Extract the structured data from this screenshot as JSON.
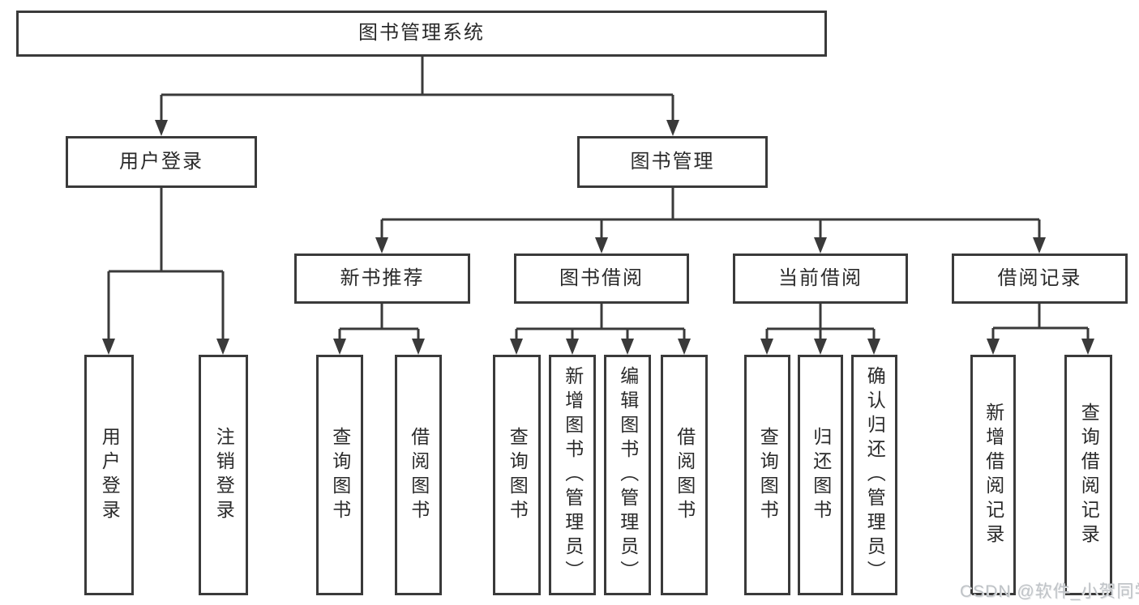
{
  "diagram": {
    "type": "tree",
    "colors": {
      "line": "#3a3a3a",
      "border": "#3a3a3a",
      "text": "#2a2a2a",
      "background": "#ffffff",
      "watermark_text": "#bfc3c7"
    },
    "nodes": {
      "root": "图书管理系统",
      "user_login": "用户登录",
      "book_mgmt": "图书管理",
      "new_book_rec": "新书推荐",
      "book_borrow": "图书借阅",
      "current_borrow": "当前借阅",
      "borrow_records": "借阅记录",
      "leaf_user_login": "用户登录",
      "leaf_logout": "注销登录",
      "leaf_nb_query": "查询图书",
      "leaf_nb_borrow": "借阅图书",
      "leaf_bb_query": "查询图书",
      "leaf_bb_add": "新增图书（管理员）",
      "leaf_bb_edit": "编辑图书（管理员）",
      "leaf_bb_borrow": "借阅图书",
      "leaf_cb_query": "查询图书",
      "leaf_cb_return": "归还图书",
      "leaf_cb_confirm": "确认归还（管理员）",
      "leaf_br_add": "新增借阅记录",
      "leaf_br_query": "查询借阅记录"
    },
    "hierarchy": {
      "root": [
        "user_login",
        "book_mgmt"
      ],
      "user_login": [
        "leaf_user_login",
        "leaf_logout"
      ],
      "book_mgmt": [
        "new_book_rec",
        "book_borrow",
        "current_borrow",
        "borrow_records"
      ],
      "new_book_rec": [
        "leaf_nb_query",
        "leaf_nb_borrow"
      ],
      "book_borrow": [
        "leaf_bb_query",
        "leaf_bb_add",
        "leaf_bb_edit",
        "leaf_bb_borrow"
      ],
      "current_borrow": [
        "leaf_cb_query",
        "leaf_cb_return",
        "leaf_cb_confirm"
      ],
      "borrow_records": [
        "leaf_br_add",
        "leaf_br_query"
      ]
    },
    "watermark": "CSDN @软件_小贺同学"
  }
}
